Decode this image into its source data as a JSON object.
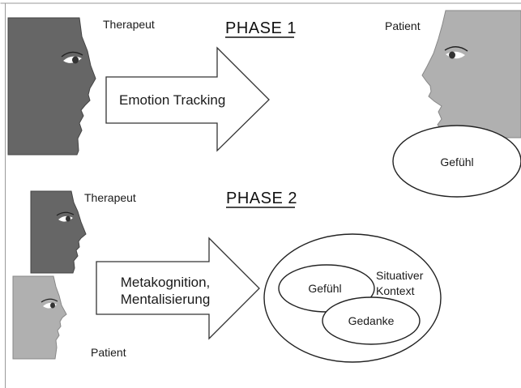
{
  "phase1": {
    "title": "PHASE  1",
    "therapist_label": "Therapeut",
    "patient_label": "Patient",
    "arrow_text": "Emotion Tracking",
    "feeling_label": "Gefühl"
  },
  "phase2": {
    "title": "PHASE  2",
    "therapist_label": "Therapeut",
    "patient_label": "Patient",
    "arrow_text_line1": "Metakognition,",
    "arrow_text_line2": "Mentalisierung",
    "context_label_line1": "Situativer",
    "context_label_line2": "Kontext",
    "feeling_label": "Gefühl",
    "thought_label": "Gedanke"
  },
  "colors": {
    "therapist_face": "#666666",
    "patient_face": "#b0b0b0",
    "outline": "#222222"
  },
  "icons": [
    "therapist-face-icon",
    "patient-face-icon",
    "eye-icon",
    "right-arrow-shape"
  ]
}
